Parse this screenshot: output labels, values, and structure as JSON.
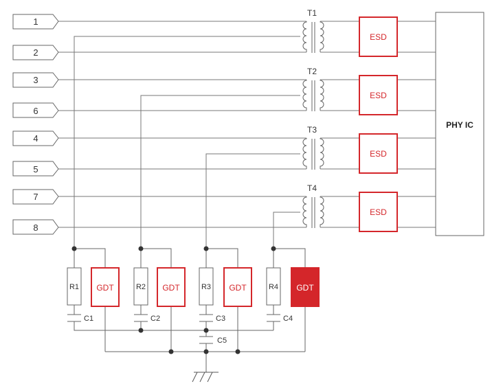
{
  "pins": [
    "1",
    "2",
    "3",
    "6",
    "4",
    "5",
    "7",
    "8"
  ],
  "transformers": [
    "T1",
    "T2",
    "T3",
    "T4"
  ],
  "esd": [
    "ESD",
    "ESD",
    "ESD",
    "ESD"
  ],
  "phy_label": "PHY IC",
  "resistors": [
    "R1",
    "R2",
    "R3",
    "R4"
  ],
  "gdts": [
    "GDT",
    "GDT",
    "GDT",
    "GDT"
  ],
  "capacitors": [
    "C1",
    "C2",
    "C3",
    "C4"
  ],
  "common_capacitor": "C5",
  "colors": {
    "accent": "#d4262a",
    "line": "#555555",
    "wire_dark": "#333333"
  }
}
